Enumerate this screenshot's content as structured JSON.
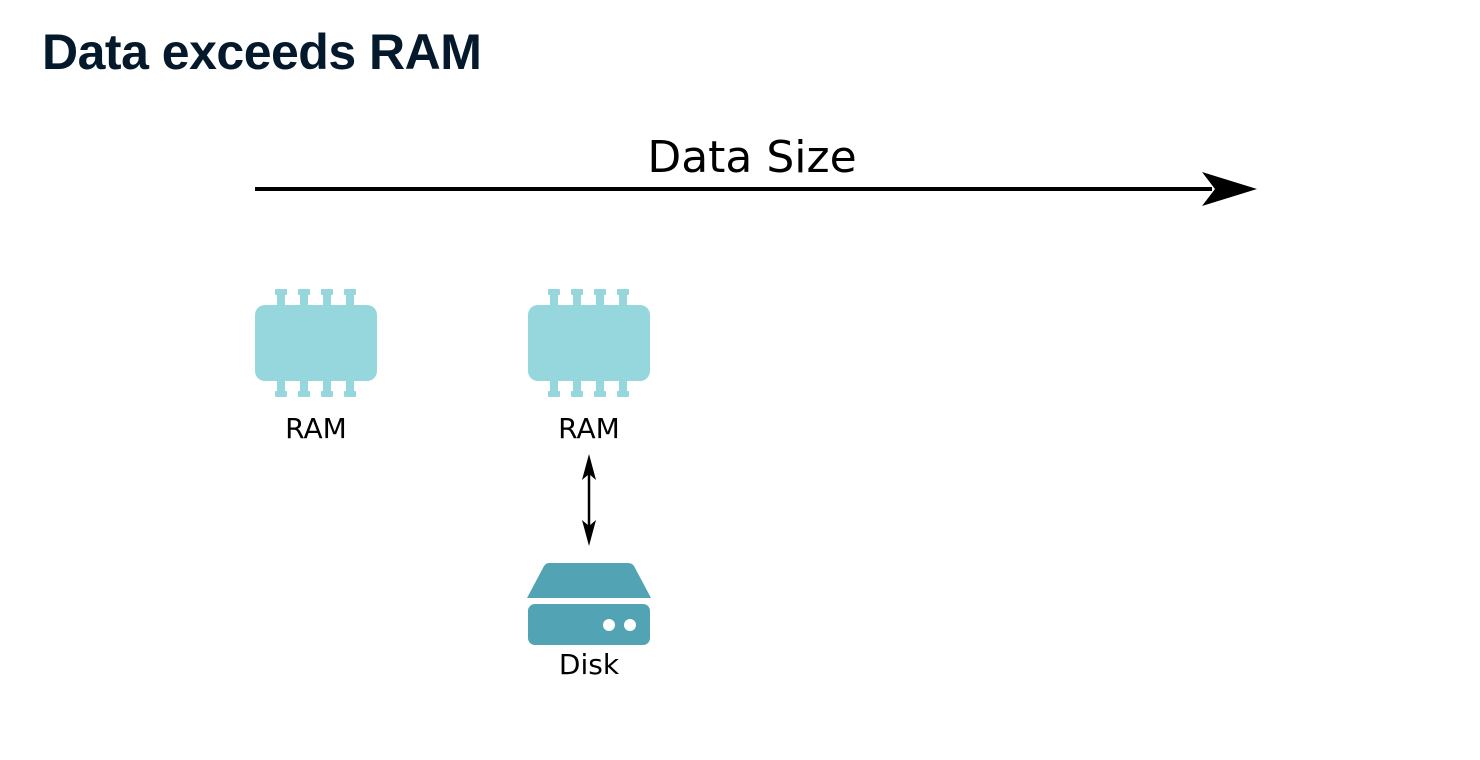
{
  "slide": {
    "title": "Data exceeds RAM"
  },
  "diagram": {
    "axis_label": "Data Size",
    "nodes": [
      {
        "id": "ram-1",
        "label": "RAM",
        "icon": "ram-chip-icon",
        "color": "#96d6dd"
      },
      {
        "id": "ram-2",
        "label": "RAM",
        "icon": "ram-chip-icon",
        "color": "#96d6dd"
      },
      {
        "id": "disk",
        "label": "Disk",
        "icon": "disk-drive-icon",
        "color": "#52a4b4"
      }
    ],
    "edges": [
      {
        "from": "ram-2",
        "to": "disk",
        "direction": "bidirectional"
      }
    ]
  },
  "colors": {
    "title": "#05192d",
    "ram": "#96d6dd",
    "disk": "#52a4b4",
    "arrows": "#000000"
  }
}
